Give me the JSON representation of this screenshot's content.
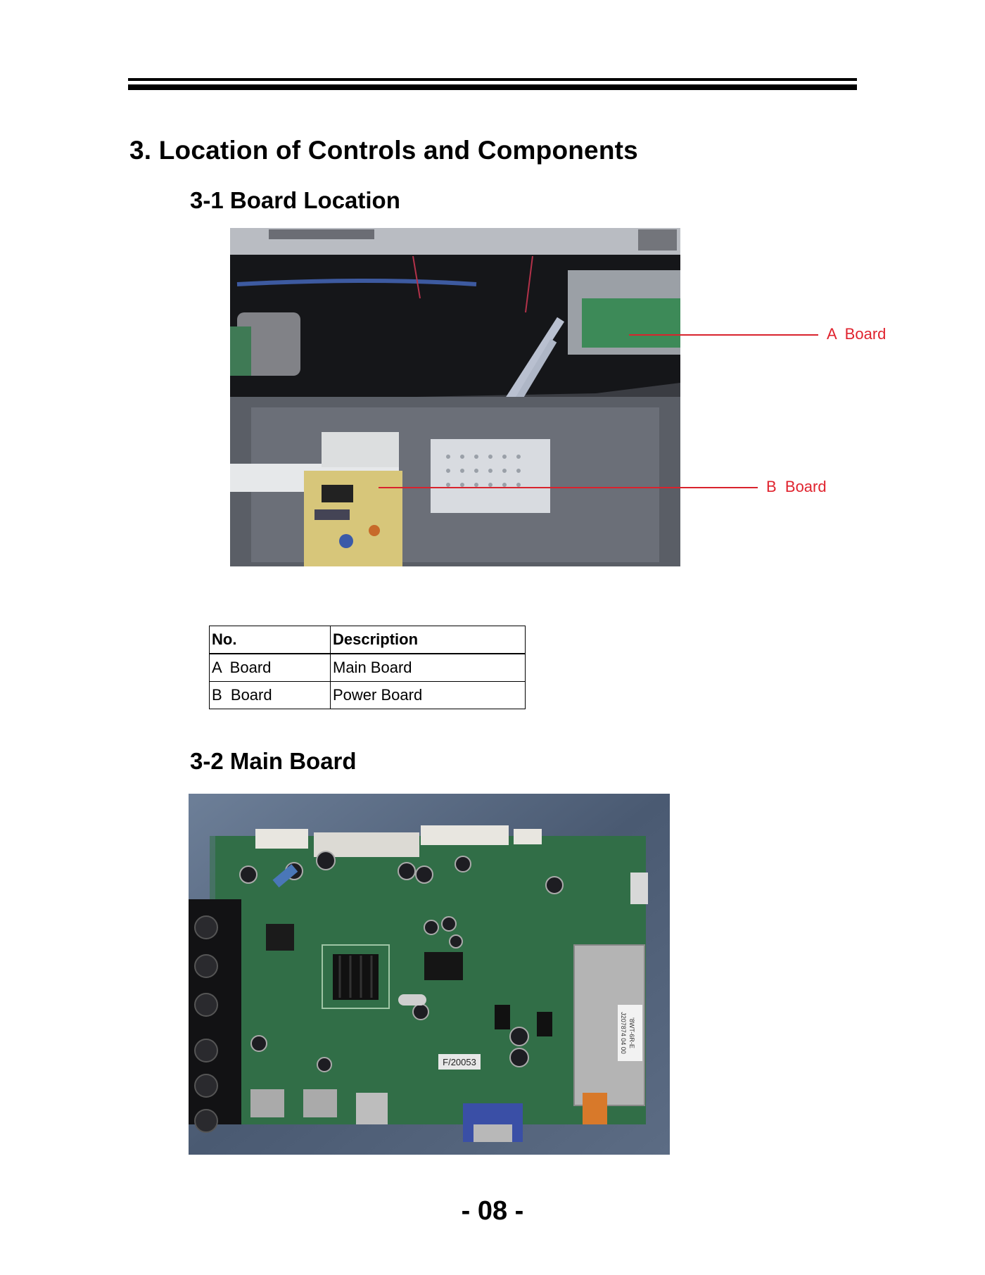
{
  "page": {
    "title": "3. Location of Controls and Components",
    "page_number": "- 08 -"
  },
  "section_1": {
    "heading": "3-1 Board Location",
    "photo_alt": "TV rear interior with boards",
    "callouts": [
      {
        "label": "A  Board"
      },
      {
        "label": "B  Board"
      }
    ],
    "table": {
      "headers": [
        "No.",
        "Description"
      ],
      "rows": [
        [
          "A  Board",
          "Main Board"
        ],
        [
          "B  Board",
          "Power Board"
        ]
      ]
    }
  },
  "section_2": {
    "heading": "3-2 Main Board",
    "photo_alt": "Main board PCB",
    "labels": {
      "sticker": "F/20053",
      "tuner_text_1": "'8WT-6R-E",
      "tuner_text_2": "J207874 04 00"
    }
  },
  "colors": {
    "callout_red": "#e0232e",
    "pcb_green": "#2f6b45"
  }
}
